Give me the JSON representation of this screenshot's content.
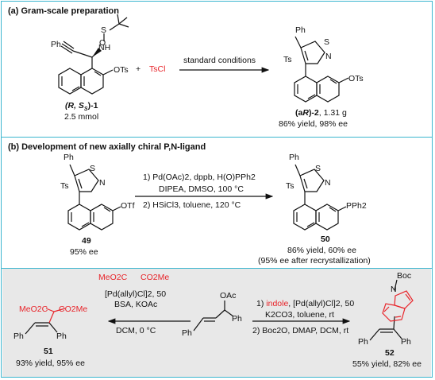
{
  "panel_a": {
    "title": "(a) Gram-scale preparation",
    "sm_phenyl": "Ph",
    "sm_S": "S",
    "sm_O": "O",
    "sm_NH": "NH",
    "sm_OTs": "OTs",
    "sm_label": "(R, S",
    "sm_label_sub": "S",
    "sm_label_tail": ")-1",
    "sm_amount": "2.5 mmol",
    "plus": "+",
    "reagent": "TsCl",
    "conditions": "standard conditions",
    "pr_phenyl": "Ph",
    "pr_S": "S",
    "pr_N": "N",
    "pr_Ts": "Ts",
    "pr_OTs": "OTs",
    "pr_label_pre": "(a",
    "pr_label_R": "R",
    "pr_label_tail": ")-2",
    "pr_mass": ", 1.31 g",
    "pr_yield": "86% yield, 98% ee"
  },
  "panel_b": {
    "title": "(b) Development of new axially chiral P,N-ligand",
    "sm_phenyl": "Ph",
    "sm_S": "S",
    "sm_N": "N",
    "sm_Ts": "Ts",
    "sm_OTf": "OTf",
    "sm_number": "49",
    "sm_ee": "95% ee",
    "step1_line1": "1) Pd(OAc)2, dppb, H(O)PPh2",
    "step1_line2": "DIPEA, DMSO, 100 °C",
    "step2": "2) HSiCl3, toluene, 120 °C",
    "pr_phenyl": "Ph",
    "pr_S": "S",
    "pr_N": "N",
    "pr_Ts": "Ts",
    "pr_PPh2": "PPh2",
    "pr_number": "50",
    "pr_yield": "86% yield, 60% ee",
    "pr_note": "(95% ee after recrystallization)"
  },
  "panel_c": {
    "left_nuc_left": "MeO2C",
    "left_nuc_right": "CO2Me",
    "left_cat": "[Pd(allyl)Cl]2, 50",
    "left_base": "BSA, KOAc",
    "left_cond": "DCM, 0 °C",
    "left_prod_ester_l": "MeO2C",
    "left_prod_ester_r": "CO2Me",
    "left_prod_ph1": "Ph",
    "left_prod_ph2": "Ph",
    "left_number": "51",
    "left_yield": "93% yield, 95% ee",
    "center_OAc": "OAc",
    "center_ph1": "Ph",
    "center_ph2": "Ph",
    "right_step1_a": "1) ",
    "right_step1_indole": "indole",
    "right_step1_b": ", [Pd(allyl)Cl]2, 50",
    "right_step1_line2": "K2CO3, toluene, rt",
    "right_step2": "2) Boc2O, DMAP, DCM, rt",
    "right_prod_boc": "Boc",
    "right_prod_N": "N",
    "right_prod_ph1": "Ph",
    "right_prod_ph2": "Ph",
    "right_number": "52",
    "right_yield": "55% yield, 82% ee"
  }
}
